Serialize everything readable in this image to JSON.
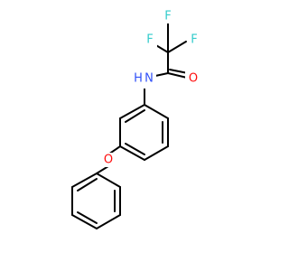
{
  "molecule": {
    "atoms": {
      "fluorine_1": "F",
      "fluorine_2": "F",
      "fluorine_3": "F",
      "nitrogen": "N",
      "hydrogen": "H",
      "carbonyl_oxygen": "O",
      "ether_oxygen": "O"
    },
    "colors": {
      "bond": "#000000",
      "fluorine": "#33cccc",
      "nitrogen": "#3050f8",
      "oxygen": "#ff0d0d"
    }
  }
}
